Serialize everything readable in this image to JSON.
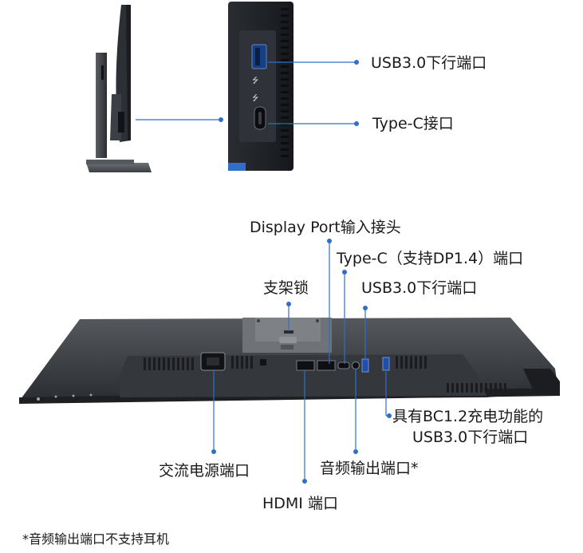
{
  "callouts": {
    "usb_top": "USB3.0下行端口",
    "typec_top": "Type-C接口",
    "displayport": "Display Port输入接头",
    "typec_dp": "Type-C（支持DP1.4）端口",
    "stand_lock": "支架锁",
    "usb_rear": "USB3.0下行端口",
    "bc12_line1": "具有BC1.2充电功能的",
    "bc12_line2": "USB3.0下行端口",
    "power": "交流电源端口",
    "audio": "音频输出端口*",
    "hdmi": "HDMI 端口"
  },
  "footnote": "*音频输出端口不支持耳机",
  "colors": {
    "accent": "#2f6fc7",
    "bezel": "#1c1f24",
    "body": "#3a3d42",
    "text": "#1a1a1a"
  }
}
